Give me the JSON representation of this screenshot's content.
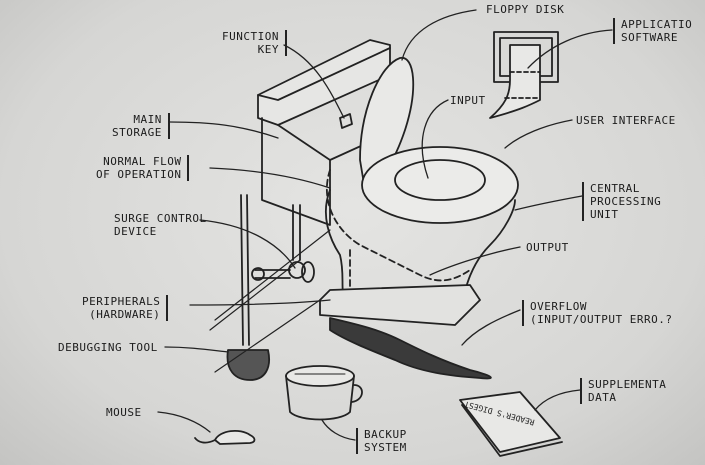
{
  "labels": {
    "floppy_disk": [
      "FLOPPY DISK"
    ],
    "application_software": [
      "APPLICATIO",
      "SOFTWARE"
    ],
    "function_key": [
      "FUNCTION",
      "KEY"
    ],
    "input": [
      "INPUT"
    ],
    "user_interface": [
      "USER INTERFACE"
    ],
    "main_storage": [
      "MAIN",
      "STORAGE"
    ],
    "normal_flow": [
      "NORMAL FLOW",
      "OF OPERATION"
    ],
    "cpu": [
      "CENTRAL",
      "PROCESSING",
      "UNIT"
    ],
    "surge_control": [
      "SURGE CONTROL",
      "DEVICE"
    ],
    "output": [
      "OUTPUT"
    ],
    "peripherals": [
      "PERIPHERALS",
      "(HARDWARE)"
    ],
    "overflow": [
      "OVERFLOW",
      "(INPUT/OUTPUT ERRO.?"
    ],
    "debugging_tool": [
      "DEBUGGING TOOL"
    ],
    "supplemental_data": [
      "SUPPLEMENTA",
      "DATA"
    ],
    "mouse": [
      "MOUSE"
    ],
    "backup_system": [
      "BACKUP",
      "SYSTEM"
    ]
  },
  "magazine_title": "READER'S DIGEST"
}
